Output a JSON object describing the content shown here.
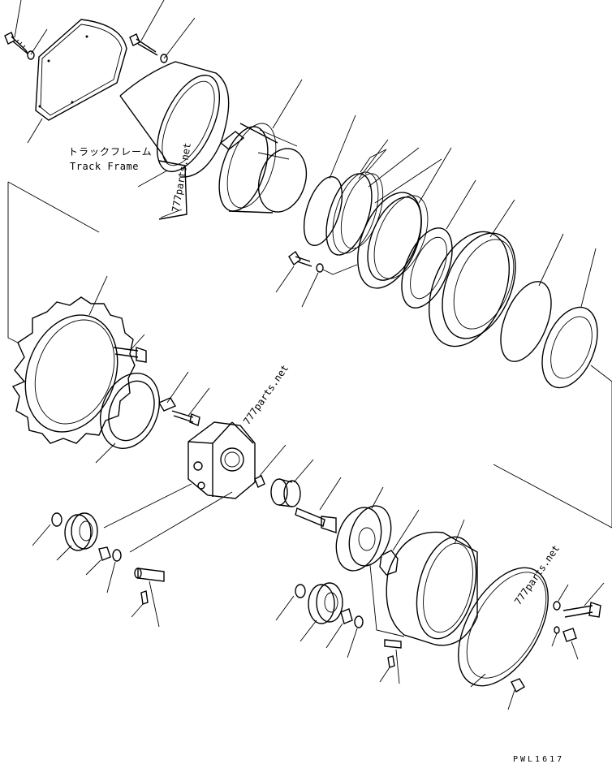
{
  "labels": {
    "track_frame_jp": "トラックフレーム",
    "track_frame_en": "Track Frame",
    "drawing_code": "PWL1617"
  },
  "watermarks": {
    "vertical": "777parts.net",
    "center": "777parts.net",
    "right": "777parts.net"
  }
}
